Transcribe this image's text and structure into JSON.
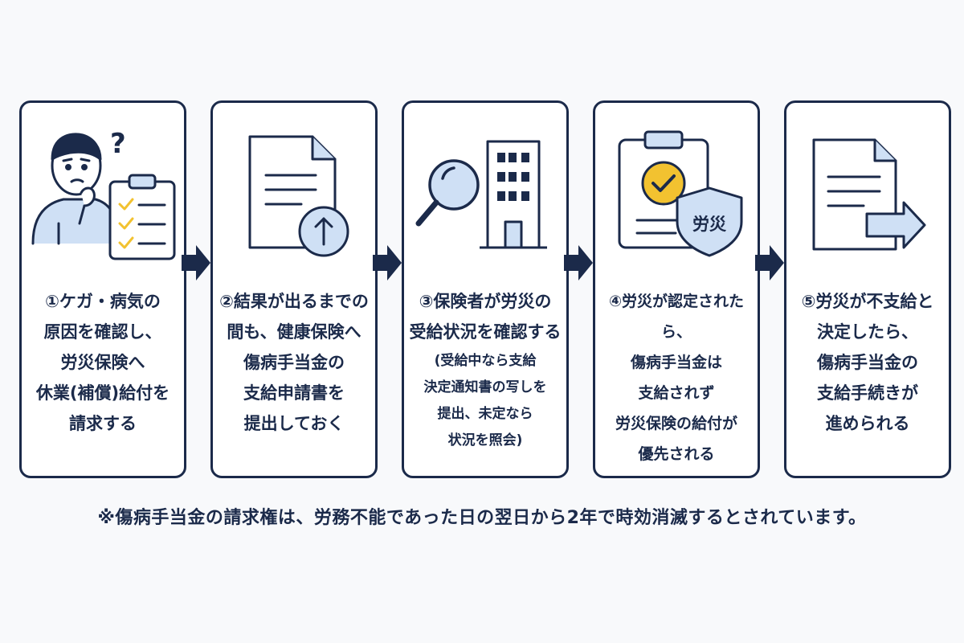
{
  "steps": [
    {
      "text": "①ケガ・病気の\n原因を確認し、\n労災保険へ\n休業(補償)給付を\n請求する"
    },
    {
      "text": "②結果が出るまでの\n間も、健康保険へ\n傷病手当金の\n支給申請書を\n提出しておく"
    },
    {
      "text": "③保険者が労災の\n受給状況を確認する",
      "sub": "(受給中なら支給\n決定通知書の写しを\n提出、未定なら\n状況を照会)"
    },
    {
      "text": "④労災が認定されたら、\n傷病手当金は\n支給されず\n労災保険の給付が\n優先される",
      "badge": "労災"
    },
    {
      "text": "⑤労災が不支給と\n決定したら、\n傷病手当金の\n支給手続きが\n進められる"
    }
  ],
  "footnote": "※傷病手当金の請求権は、労務不能であった日の翌日から2年で時効消滅するとされています。",
  "colors": {
    "navy": "#1b2a4a",
    "light_blue": "#cfe0f5",
    "yellow": "#f2c230",
    "background": "#f8f9fb"
  },
  "icons": [
    "thinking-person-icon",
    "clipboard-checklist-icon",
    "document-upload-icon",
    "magnifier-icon",
    "building-icon",
    "approved-clipboard-icon",
    "shield-icon",
    "document-forward-icon"
  ]
}
